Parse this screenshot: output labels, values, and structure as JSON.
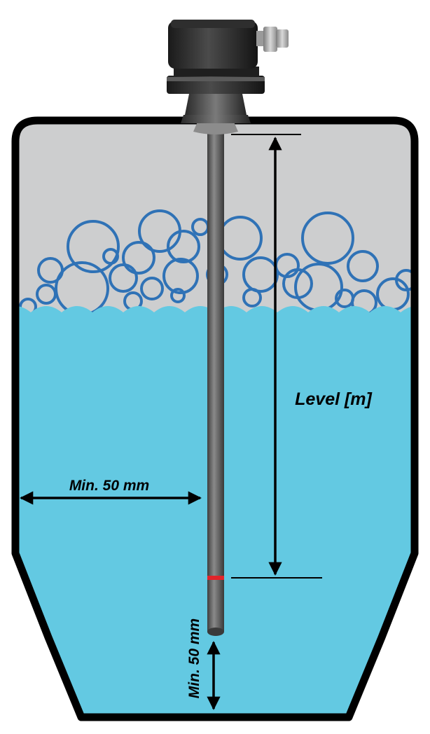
{
  "labels": {
    "level": "Level [m]",
    "min_width": "Min. 50 mm",
    "min_bottom": "Min. 50 mm"
  },
  "colors": {
    "liquid": "#63c9e2",
    "headspace": "#cdcecf",
    "tank_outline": "#000000",
    "foam_bubbles": "#2f72b6",
    "probe_rod": "#5c5c5c",
    "probe_mark": "#e0242a",
    "dimension_arrows": "#000000"
  },
  "icons": {
    "transmitter": "transmitter-head-icon",
    "bubbles": "foam-bubbles-icon"
  }
}
